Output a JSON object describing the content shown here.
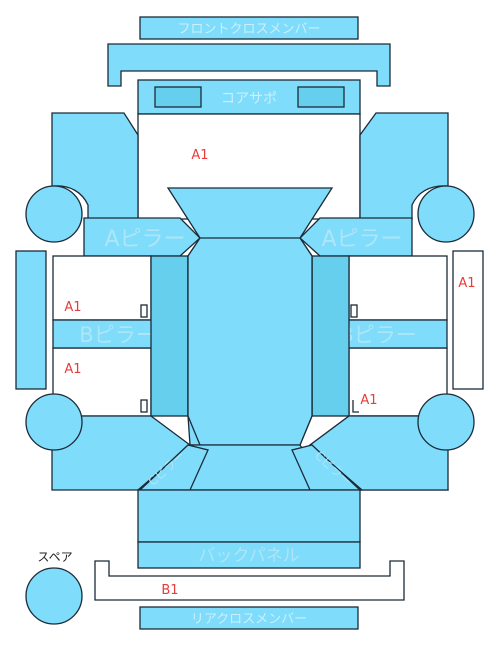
{
  "colors": {
    "part": "#7fdcfa",
    "part_dark": "#66cfee",
    "outline": "#1b2b38",
    "damage": "#e83b3b"
  },
  "labels": {
    "front_cross_member": "フロントクロスメンバー",
    "core_support": "コアサポ",
    "a_pillar_left": "Aピラー",
    "a_pillar_right": "Aピラー",
    "b_pillar_left": "Bピラー",
    "b_pillar_right": "Bピラー",
    "c_pillar_left": "Cピラー",
    "c_pillar_right": "Cピラー",
    "back_panel": "バックパネル",
    "spare": "スペア",
    "rear_cross_member": "リアクロスメンバー"
  },
  "damage_marks": {
    "front_center": "A1",
    "left_front_door": "A1",
    "left_rear_door": "A1",
    "right_side": "A1",
    "right_rear": "A1",
    "rear_member": "B1"
  }
}
